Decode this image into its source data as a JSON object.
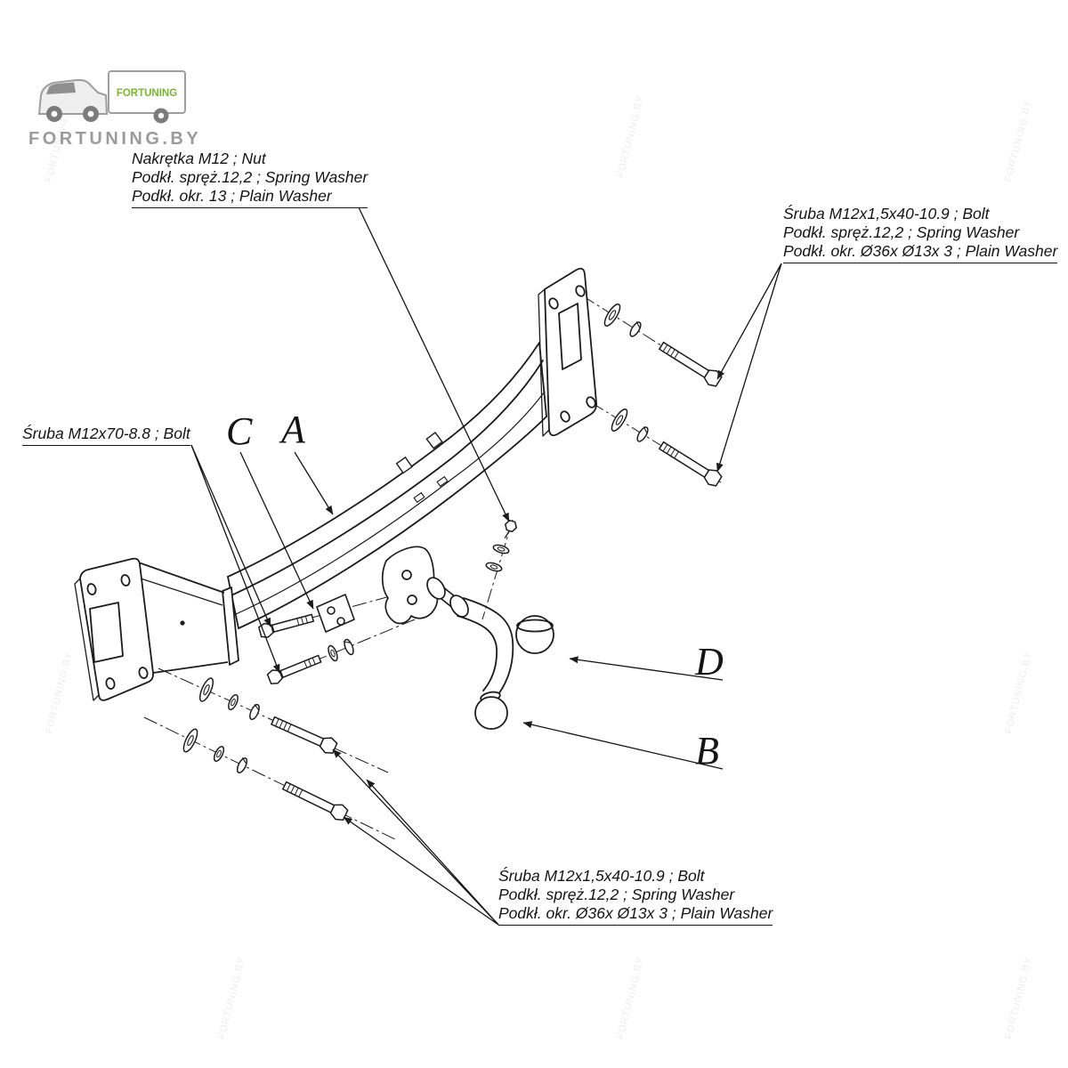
{
  "brand": {
    "wordmark": "FORTUNING.BY",
    "trailer_box_text": "FORTUNING",
    "watermark_text": "FORTUNING.BY"
  },
  "colors": {
    "line": "#1c1c1c",
    "brand_green": "#76b82a",
    "brand_gray": "#9b9b9b"
  },
  "callouts": {
    "nut": {
      "line1": "Nakrętka  M12 ; Nut",
      "line2": "Podkł. spręż.12,2 ; Spring Washer",
      "line3": "Podkł. okr. 13 ; Plain Washer"
    },
    "bolt_right": {
      "line1": "Śruba M12x1,5x40-10.9 ;  Bolt",
      "line2": "Podkł. spręż.12,2 ; Spring Washer",
      "line3": "Podkł. okr.  Ø36x Ø13x 3 ; Plain Washer"
    },
    "bolt_left": {
      "line1": "Śruba M12x70-8.8 ;  Bolt"
    },
    "bolt_bottom": {
      "line1": "Śruba M12x1,5x40-10.9 ;  Bolt",
      "line2": "Podkł. spręż.12,2 ; Spring Washer",
      "line3": "Podkł. okr.  Ø36x Ø13x 3 ; Plain Washer"
    }
  },
  "part_letters": {
    "a": "A",
    "b": "B",
    "c": "C",
    "d": "D"
  }
}
